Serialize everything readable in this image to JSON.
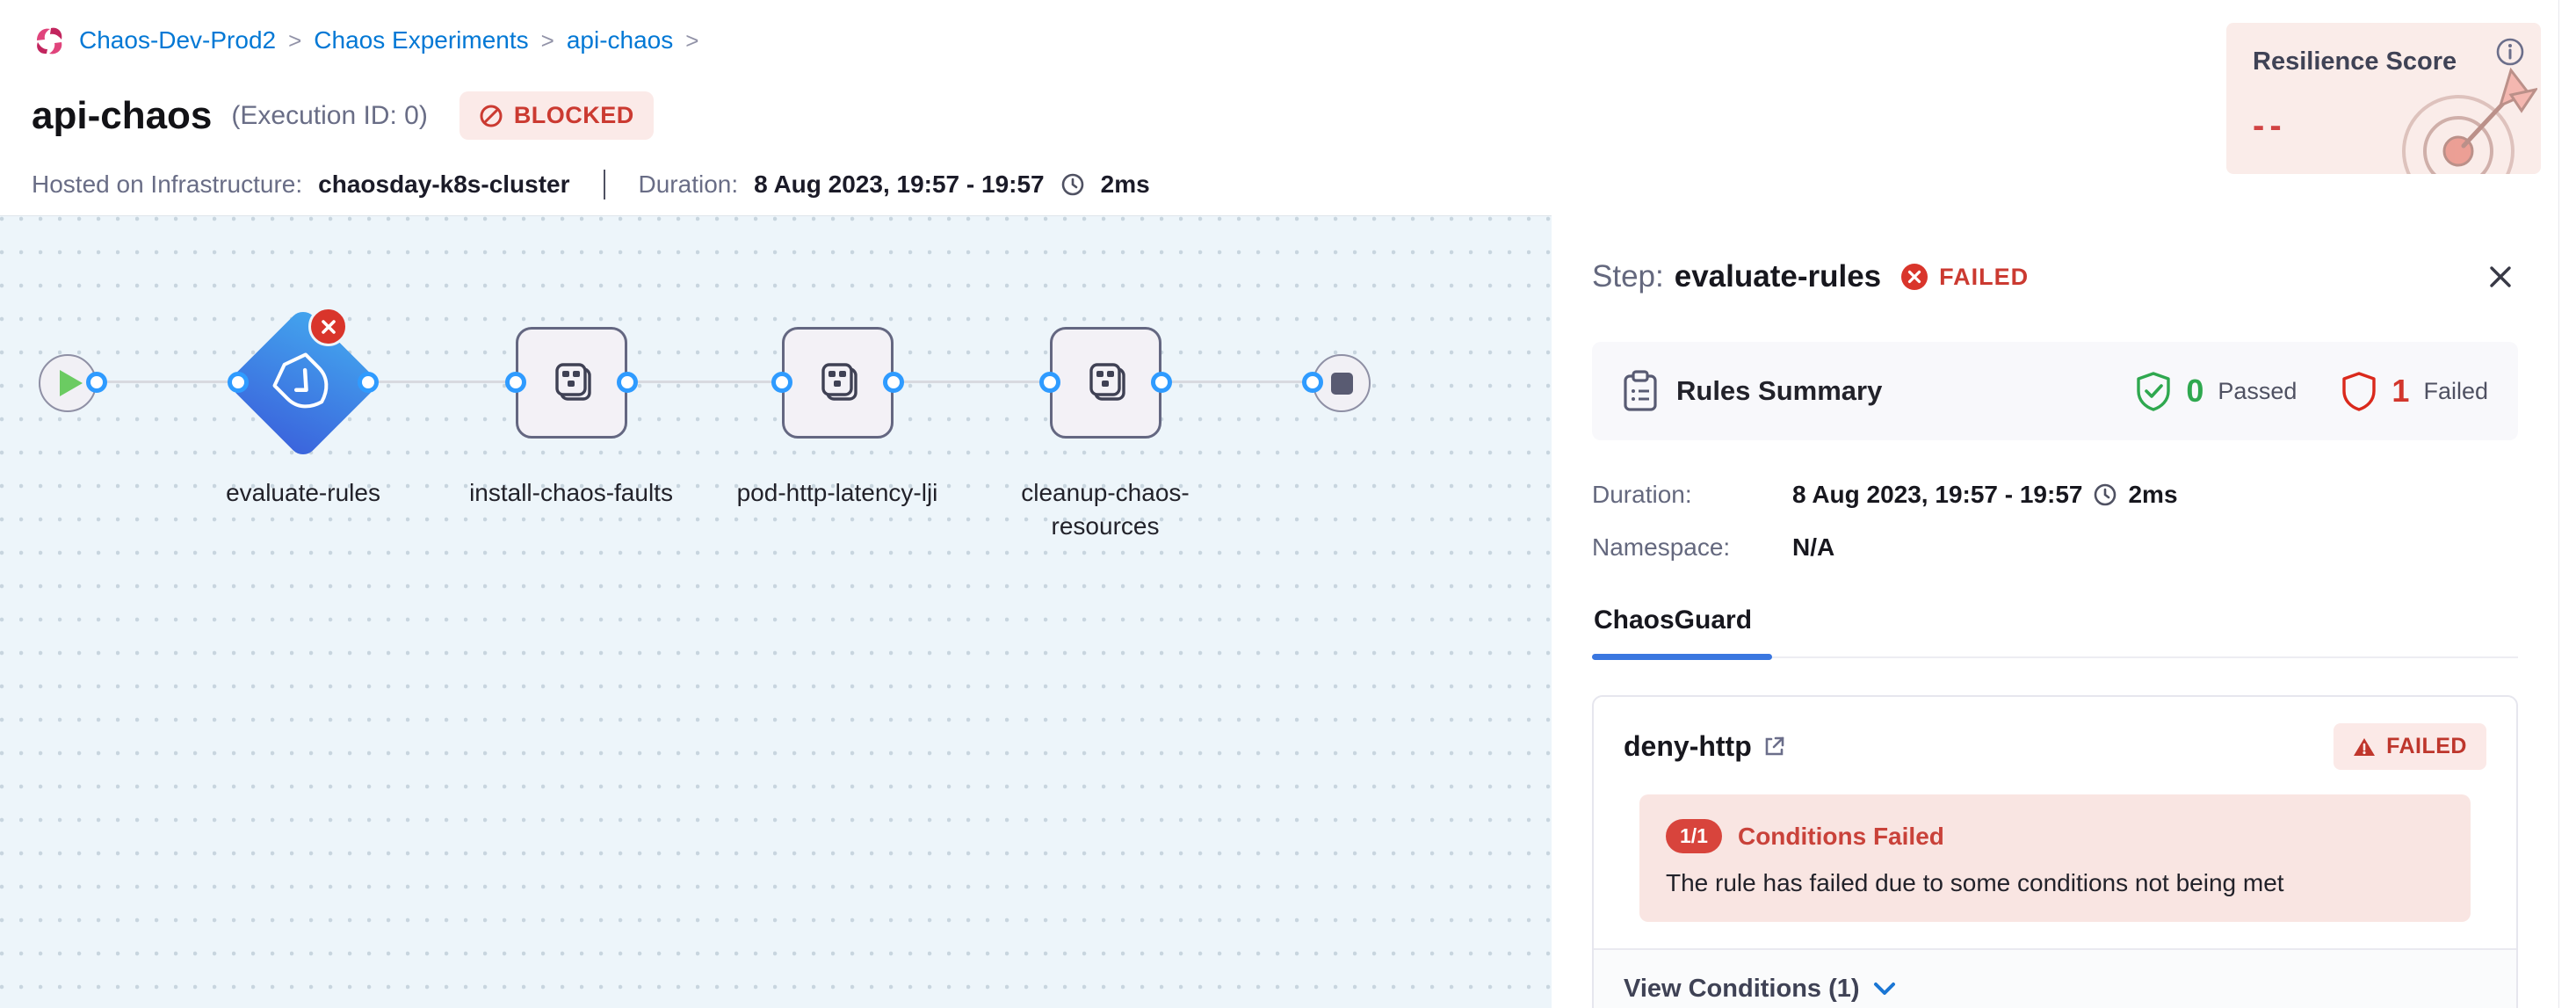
{
  "breadcrumb": {
    "items": [
      "Chaos-Dev-Prod2",
      "Chaos Experiments",
      "api-chaos"
    ],
    "separator": ">"
  },
  "header": {
    "title": "api-chaos",
    "execution_id": "(Execution ID: 0)",
    "status_badge": "BLOCKED",
    "hosted_label": "Hosted on Infrastructure:",
    "hosted_value": "chaosday-k8s-cluster",
    "duration_label": "Duration:",
    "duration_value": "8 Aug 2023, 19:57 - 19:57",
    "duration_elapsed": "2ms"
  },
  "resilience": {
    "title": "Resilience Score",
    "value": "--"
  },
  "pipeline": {
    "steps": [
      {
        "label": "evaluate-rules",
        "type": "chaos-guard",
        "status": "failed"
      },
      {
        "label": "install-chaos-faults",
        "type": "chaos-step",
        "status": "none"
      },
      {
        "label": "pod-http-latency-lji",
        "type": "chaos-step",
        "status": "none"
      },
      {
        "label": "cleanup-chaos-resources",
        "type": "chaos-step",
        "status": "none"
      }
    ]
  },
  "panel": {
    "step_label": "Step:",
    "step_name": "evaluate-rules",
    "status": "FAILED",
    "rules_summary": {
      "title": "Rules Summary",
      "passed_count": "0",
      "passed_label": "Passed",
      "failed_count": "1",
      "failed_label": "Failed"
    },
    "duration_label": "Duration:",
    "duration_value": "8 Aug 2023, 19:57 - 19:57",
    "duration_elapsed": "2ms",
    "namespace_label": "Namespace:",
    "namespace_value": "N/A",
    "tab": "ChaosGuard",
    "rule_card": {
      "name": "deny-http",
      "status": "FAILED",
      "conditions_ratio": "1/1",
      "conditions_title": "Conditions Failed",
      "conditions_message": "The rule has failed due to some conditions not being met",
      "footer_link": "View Conditions (1)"
    }
  },
  "colors": {
    "link_blue": "#0278D5",
    "error_red": "#CB3A31",
    "success_green": "#2FA84F",
    "node_blue_top": "#43A5EE",
    "node_blue_bottom": "#3B63DC",
    "canvas_bg": "#EDF5FA",
    "badge_pink_bg": "#FBEAE8",
    "resilience_bg": "#FAECE9",
    "tab_underline": "#3A77E0"
  }
}
